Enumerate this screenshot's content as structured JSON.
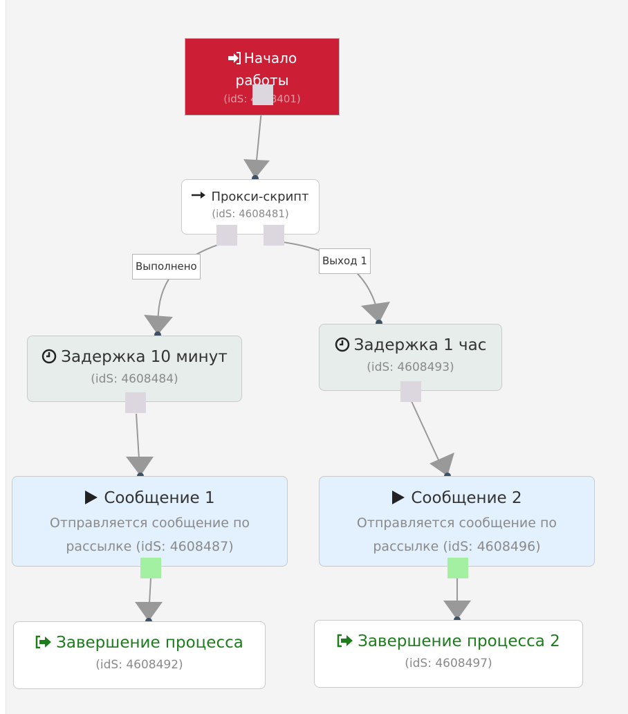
{
  "nodes": {
    "start": {
      "title": "Начало работы",
      "ids": "(idS: 4608401)",
      "icon": "sign-in-icon"
    },
    "proxy": {
      "title": "Прокси-скрипт",
      "ids": "(idS: 4608481)",
      "icon": "arrow-right-icon"
    },
    "delay10": {
      "title": "Задержка 10 минут",
      "ids": "(idS: 4608484)",
      "icon": "clock-icon"
    },
    "delay1h": {
      "title": "Задержка 1 час",
      "ids": "(idS: 4608493)",
      "icon": "clock-icon"
    },
    "msg1": {
      "title": "Сообщение 1",
      "desc": "Отправляется сообщение по рассылке (idS: 4608487)",
      "icon": "play-icon"
    },
    "msg2": {
      "title": "Сообщение 2",
      "desc": "Отправляется сообщение по рассылке (idS: 4608496)",
      "icon": "play-icon"
    },
    "end1": {
      "title": "Завершение процесса",
      "ids": "(idS: 4608492)",
      "icon": "sign-out-icon"
    },
    "end2": {
      "title": "Завершение процесса 2",
      "ids": "(idS: 4608497)",
      "icon": "sign-out-icon"
    }
  },
  "edges": {
    "done_label": "Выполнено",
    "exit1_label": "Выход 1"
  },
  "colors": {
    "start_fill": "#cc1f36",
    "delay_fill": "#e6edeb",
    "message_fill": "#e3f0fd",
    "end_text": "#1d7d1d",
    "port_gray": "#dcd7de",
    "port_green": "#a3f0a3",
    "connector": "#999999",
    "endpoint_dot": "#3d5266"
  }
}
